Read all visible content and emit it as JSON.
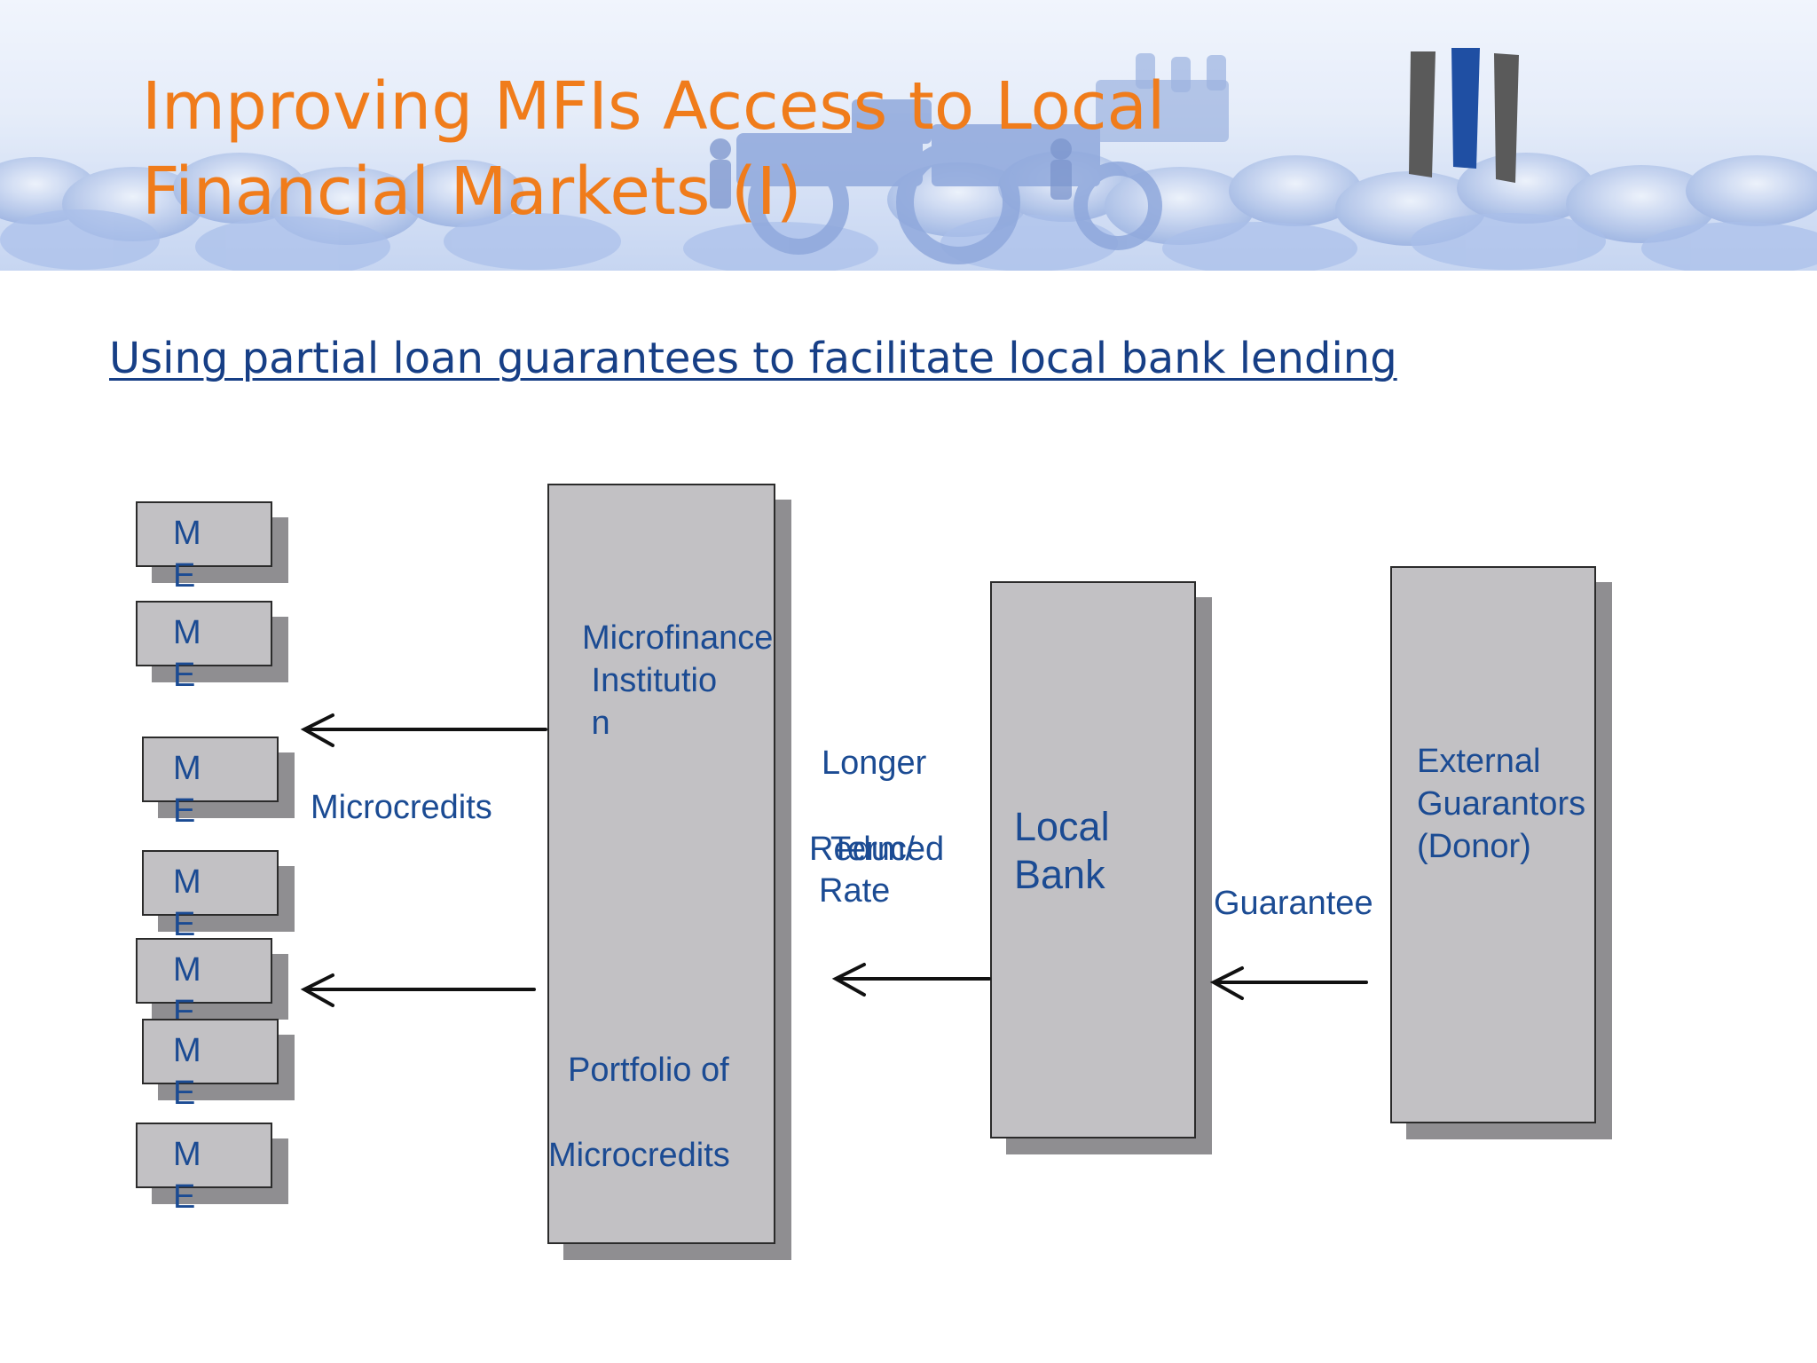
{
  "slide": {
    "title_line1": "Improving MFIs Access to Local",
    "title_line2": "Financial Markets (I)",
    "subtitle": "Using partial loan guarantees to facilitate local bank lending"
  },
  "colors": {
    "title": "#f07c1b",
    "text": "#1b4b93",
    "box_fill": "#c2c1c4",
    "box_shadow": "#8f8e91",
    "logo_blue": "#1f4fa3"
  },
  "diagram": {
    "me_label": "M\nE",
    "mfi_label": "Microfinance\n Institutio\n n",
    "portfolio_label_line1": "Portfolio of",
    "portfolio_label_line2": "Microcredits",
    "microcredits_label": "Microcredits",
    "loan_label_line1": "Longer",
    "loan_label_line2a": "Term/",
    "loan_label_line2b": "Reduced",
    "loan_label_line3": "Rate",
    "bank_label": "Local\nBank",
    "guarantee_label": "Guarantee",
    "guarantor_label": "External\nGuarantors\n(Donor)"
  },
  "icons": {
    "logo": "organization-logo-icon",
    "banner": "farm-tractor-photo"
  }
}
